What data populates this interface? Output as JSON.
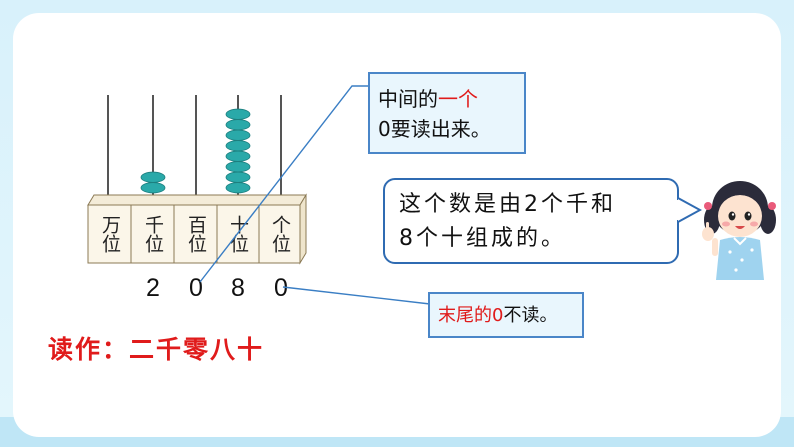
{
  "abacus": {
    "places": [
      "万位",
      "千位",
      "百位",
      "十位",
      "个位"
    ],
    "digits": [
      "2",
      "0",
      "8",
      "0"
    ],
    "bead_counts": [
      0,
      2,
      0,
      8,
      0
    ]
  },
  "bubble_middle_zero": {
    "line1_a": "中间的",
    "line1_b": "一个",
    "line2": "0要读出来。"
  },
  "bubble_girl": {
    "line1": "这个数是由2个千和",
    "line2": "8个十组成的。"
  },
  "bubble_end_zero": {
    "part_a": "末尾的0",
    "part_b": "不读。"
  },
  "reading": "读作：二千零八十",
  "colors": {
    "bead": "#2aa9a9",
    "emphasis_red": "#e01b1b",
    "bubble_border": "#2f6bb2",
    "frame": "#d8f1fb"
  },
  "icons": {
    "girl": "cartoon-girl-icon"
  }
}
